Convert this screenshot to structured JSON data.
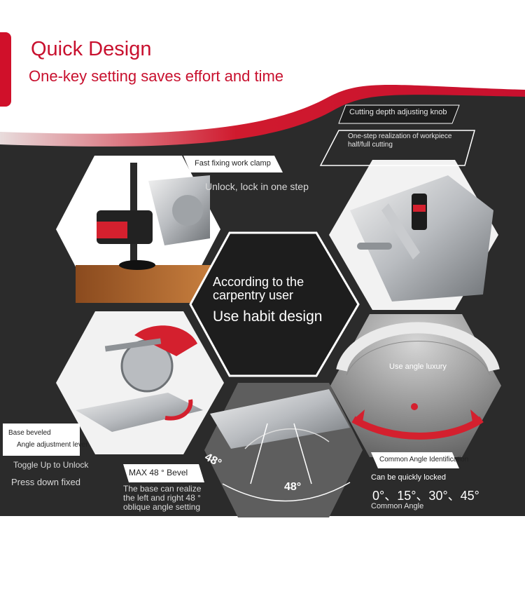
{
  "header": {
    "title": "Quick Design",
    "subtitle": "One-key setting saves effort and time"
  },
  "center": {
    "line1": "According to the carpentry user",
    "line2": "Use habit design"
  },
  "top_right": {
    "knob_label": "Cutting depth adjusting knob",
    "knob_desc": "One-step realization of workpiece half/full cutting"
  },
  "top_left": {
    "clamp_label": "Fast fixing work clamp",
    "clamp_desc": "Unlock, lock in one step"
  },
  "left": {
    "base_beveled": "Base beveled",
    "angle_lever": "Angle adjustment lever",
    "toggle_up": "Toggle Up to Unlock",
    "press_down": "Press down fixed"
  },
  "bottom_center": {
    "bevel_label": "MAX 48 ° Bevel",
    "bevel_desc": "The base can realize the left and right 48 ° oblique angle setting",
    "angle_left": "48°",
    "angle_bottom": "48°"
  },
  "right": {
    "luxury": "Use angle luxury",
    "common_label": "Common Angle Identification",
    "lock_text": "Can be quickly locked",
    "angles": "0°、15°、30°、45°",
    "common_angle": "Common Angle"
  },
  "colors": {
    "brand_red": "#c8102e",
    "panel_dark": "#2b2b2b"
  }
}
